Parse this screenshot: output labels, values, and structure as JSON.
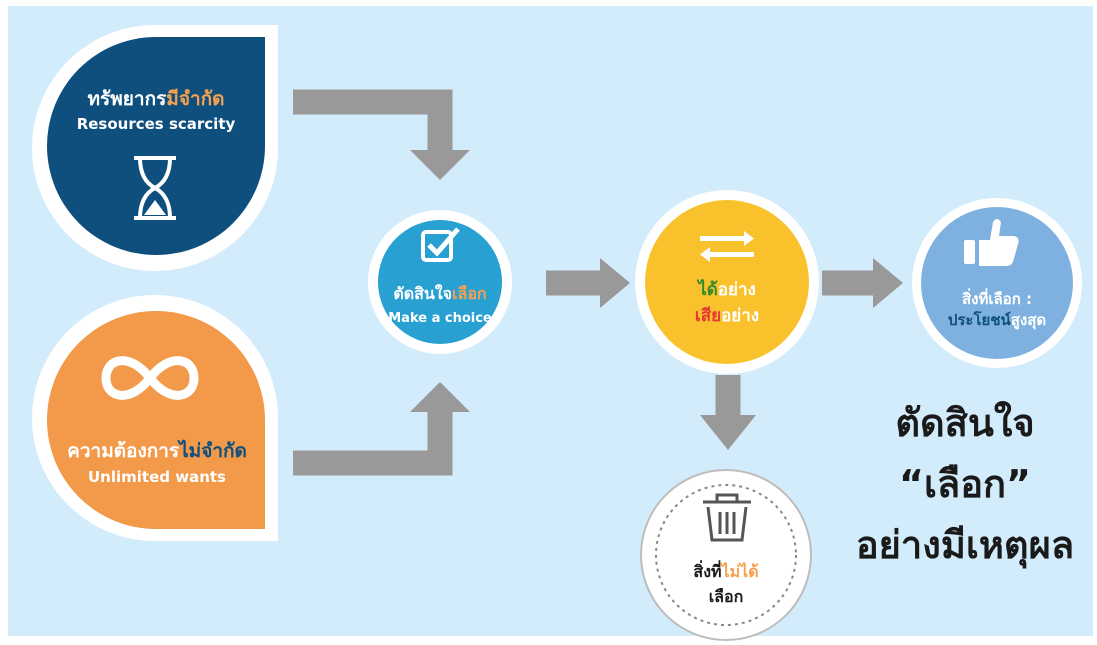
{
  "colors": {
    "background": "#d3ecfb",
    "arrow": "#999999",
    "resources_blue": "#0e4f7d",
    "wants_orange": "#f2994a",
    "choice_blue": "#29a0d2",
    "trade_yellow": "#f9c22d",
    "benefit_light_blue": "#7fb1e0",
    "unchosen_white": "#ffffff",
    "highlight_orange": "#f7a04e",
    "highlight_dark_blue": "#0e4f7d",
    "highlight_green": "#2e8b2e",
    "highlight_red": "#e53935"
  },
  "resources": {
    "title_prefix": "ทรัพยากร",
    "title_highlight": "มีจำกัด",
    "subtitle": "Resources scarcity",
    "icon": "hourglass-icon"
  },
  "wants": {
    "title_prefix": "ความต้องการ",
    "title_highlight": "ไม่จำกัด",
    "subtitle": "Unlimited wants",
    "icon": "infinity-icon"
  },
  "choice": {
    "title_prefix": "ตัดสินใจ",
    "title_highlight": "เลือก",
    "subtitle": "Make a choice",
    "icon": "checkbox-icon"
  },
  "tradeoff": {
    "line1_highlight": "ได้",
    "line1_rest": "อย่าง",
    "line2_highlight": "เสีย",
    "line2_rest": "อย่าง",
    "icon": "exchange-arrows-icon"
  },
  "benefit": {
    "line1": "สิ่งที่เลือก :",
    "line2_highlight": "ประโยชน์",
    "line2_rest": "สูงสุด",
    "icon": "thumbs-up-icon"
  },
  "unchosen": {
    "line1_prefix": "สิ่งที่",
    "line1_highlight": "ไม่ได้",
    "line2": "เลือก",
    "icon": "trash-can-icon"
  },
  "caption": {
    "line1": "ตัดสินใจ",
    "line2": "“เลือก”",
    "line3": "อย่างมีเหตุผล"
  }
}
